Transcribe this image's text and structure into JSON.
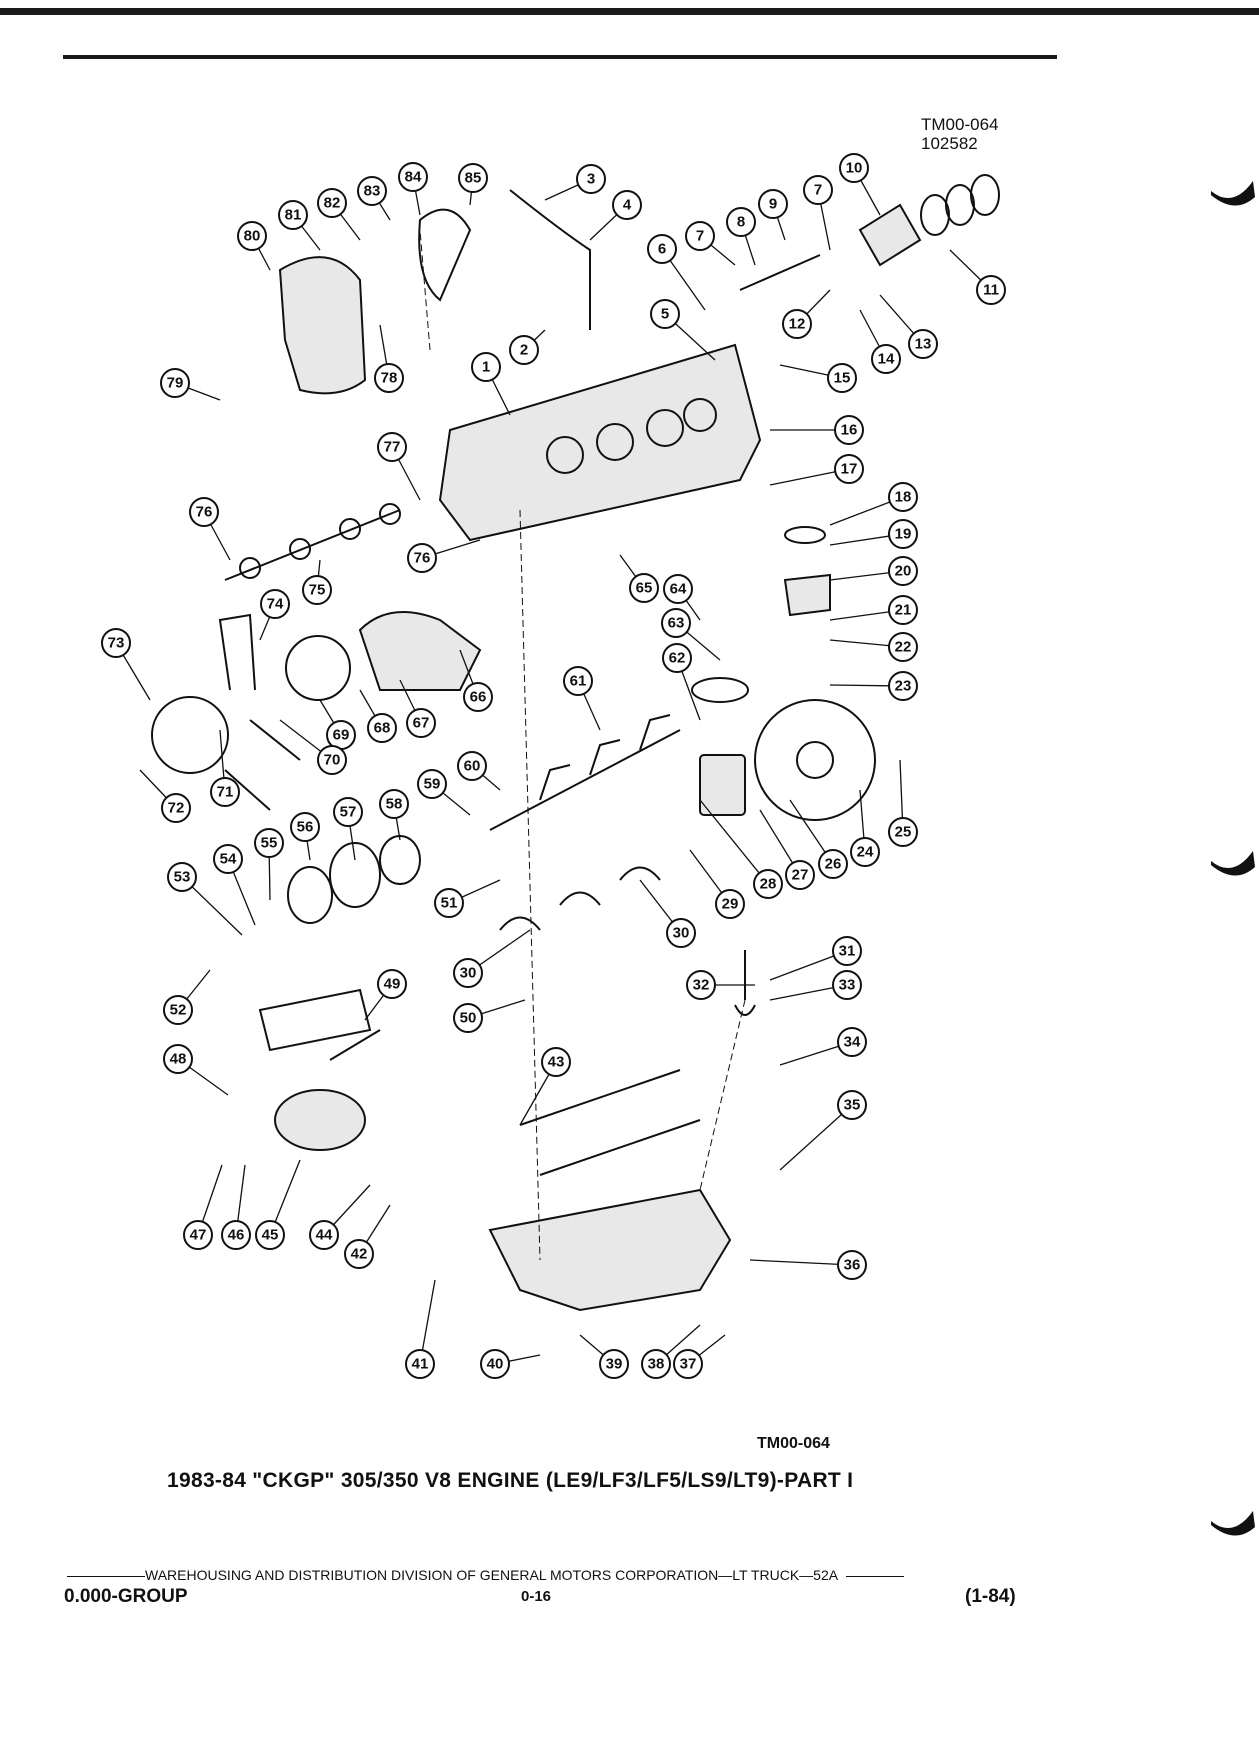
{
  "header": {
    "ref_code": "TM00-064",
    "ref_number": "102582"
  },
  "diagram": {
    "callouts": [
      "1",
      "2",
      "3",
      "4",
      "5",
      "6",
      "7",
      "7",
      "8",
      "9",
      "10",
      "11",
      "12",
      "13",
      "14",
      "15",
      "16",
      "17",
      "18",
      "19",
      "20",
      "21",
      "22",
      "23",
      "24",
      "25",
      "26",
      "27",
      "28",
      "29",
      "30",
      "30",
      "31",
      "32",
      "33",
      "34",
      "35",
      "36",
      "37",
      "38",
      "39",
      "40",
      "41",
      "42",
      "43",
      "44",
      "45",
      "46",
      "47",
      "48",
      "49",
      "50",
      "51",
      "52",
      "53",
      "54",
      "55",
      "56",
      "57",
      "58",
      "59",
      "60",
      "61",
      "62",
      "63",
      "64",
      "65",
      "66",
      "67",
      "68",
      "69",
      "70",
      "71",
      "72",
      "73",
      "74",
      "75",
      "76",
      "76",
      "77",
      "78",
      "79",
      "80",
      "81",
      "82",
      "83",
      "84",
      "85"
    ]
  },
  "figure_code": "TM00-064",
  "title": "1983-84 \"CKGP\" 305/350 V8 ENGINE (LE9/LF3/LF5/LS9/LT9)-PART I",
  "footer": {
    "division_line": "WAREHOUSING AND DISTRIBUTION  DIVISION OF GENERAL MOTORS CORPORATION—LT TRUCK—52A",
    "group": "0.000-GROUP",
    "page": "0-16",
    "date_code": "(1-84)"
  }
}
